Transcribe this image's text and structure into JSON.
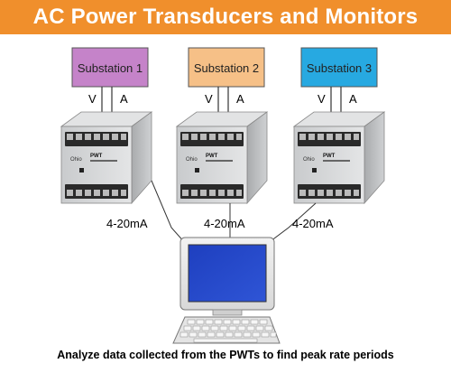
{
  "title": "AC Power Transducers and Monitors",
  "substations": [
    {
      "label": "Substation 1",
      "color": "#c583c9"
    },
    {
      "label": "Substation 2",
      "color": "#f6c087"
    },
    {
      "label": "Substation 3",
      "color": "#27a9e1"
    }
  ],
  "inputs": {
    "voltage": "V",
    "current": "A"
  },
  "signal_label": "4-20mA",
  "device_labels": {
    "brand": "Ohio",
    "model": "PWT"
  },
  "caption": "Analyze data collected from the PWTs to find peak rate periods",
  "colors": {
    "banner": "#f08f2c",
    "device": "#d3d5d7"
  }
}
